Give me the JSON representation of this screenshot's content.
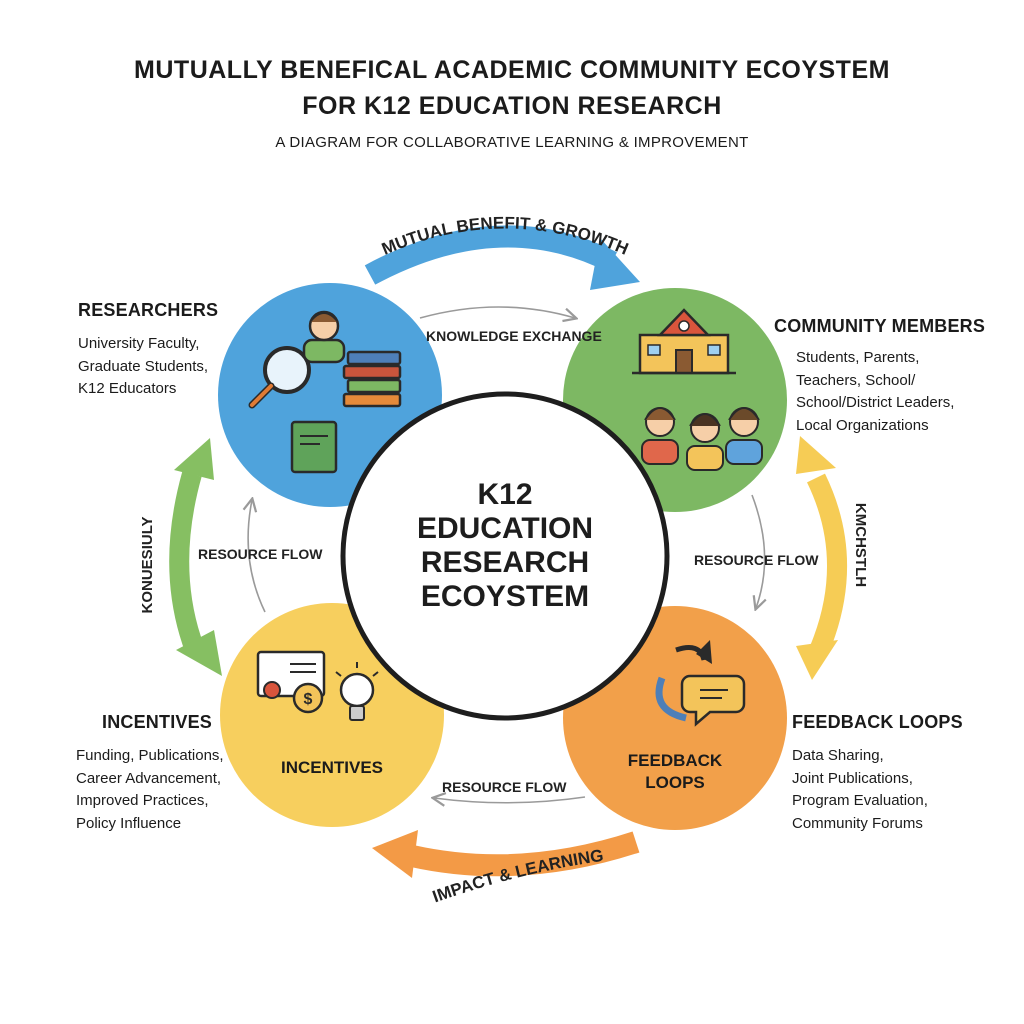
{
  "header": {
    "title_line1": "MUTUALLY BENEFICAL ACADEMIC COMMUNITY ECOYSTEM",
    "title_line2": "FOR K12 EDUCATION RESEARCH",
    "subtitle": "A DIAGRAM FOR COLLABORATIVE LEARNING & IMPROVEMENT"
  },
  "center": {
    "lines": [
      "K12",
      "EDUCATION",
      "RESEARCH",
      "ECOYSTEM"
    ]
  },
  "arcs": {
    "top": "MUTUAL BENEFIT & GROWTH",
    "bottom": "IMPACT & LEARNING",
    "left": "KONUESIULY",
    "right": "KMCHSTLH"
  },
  "flows": {
    "top": "KNOWLEDGE EXCHANGE",
    "left": "RESOURCE FLOW",
    "right": "RESOURCE FLOW",
    "bottom": "RESOURCE FLOW"
  },
  "nodes": {
    "researchers": {
      "heading": "RESEARCHERS",
      "items": [
        "University Faculty,",
        "Graduate Students,",
        "K12 Educators"
      ],
      "color": "#4fa3dc"
    },
    "community": {
      "heading": "COMMUNITY MEMBERS",
      "items": [
        "Students, Parents,",
        "Teachers, School/",
        "School/District Leaders,",
        "Local Organizations"
      ],
      "color": "#7db863"
    },
    "incentives": {
      "heading": "INCENTIVES",
      "circle_label": "INCENTIVES",
      "items": [
        "Funding, Publications,",
        "Career Advancement,",
        "Improved Practices,",
        "Policy Influence"
      ],
      "color": "#f7cf5e"
    },
    "feedback": {
      "heading": "FEEDBACK LOOPS",
      "circle_label_line1": "FEEDBACK",
      "circle_label_line2": "LOOPS",
      "items": [
        "Data Sharing,",
        "Joint Publications,",
        "Program Evaluation,",
        "Community Forums"
      ],
      "color": "#f2a04a"
    }
  },
  "colors": {
    "arc_top": "#4fa3dc",
    "arc_bottom": "#f39a46",
    "arc_left": "#86bf62",
    "arc_right": "#f6cc55"
  }
}
